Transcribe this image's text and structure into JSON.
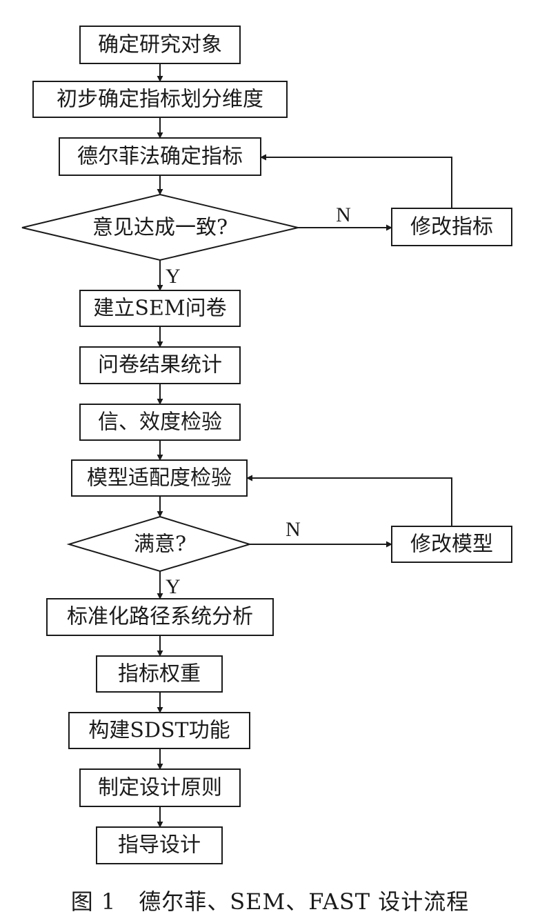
{
  "nodes": {
    "define_object": "确定研究对象",
    "prelim_dimensions": "初步确定指标划分维度",
    "delphi_indicators": "德尔菲法确定指标",
    "consensus_check": "意见达成一致?",
    "modify_indicators": "修改指标",
    "build_questionnaire": "建立SEM问卷",
    "questionnaire_stats": "问卷结果统计",
    "reliability_validity": "信、效度检验",
    "model_fit": "模型适配度检验",
    "satisfied_check": "满意?",
    "modify_model": "修改模型",
    "path_analysis": "标准化路径系统分析",
    "indicator_weights": "指标权重",
    "build_sdst": "构建SDST功能",
    "design_principles": "制定设计原则",
    "guide_design": "指导设计"
  },
  "edge_labels": {
    "consensus_no": "N",
    "consensus_yes": "Y",
    "satisfied_no": "N",
    "satisfied_yes": "Y"
  },
  "caption": "图 1　德尔菲、SEM、FAST 设计流程",
  "colors": {
    "line": "#1a1a1a",
    "background": "#ffffff"
  }
}
